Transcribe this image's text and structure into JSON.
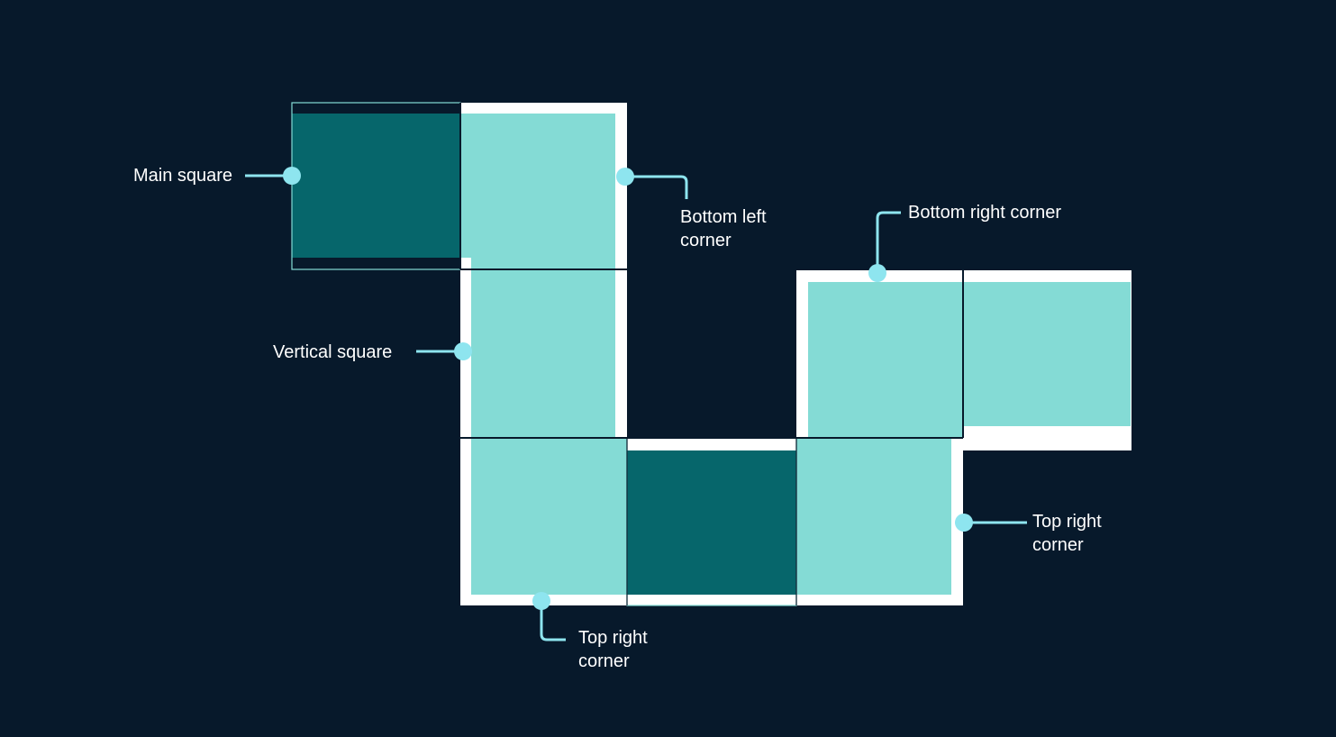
{
  "colors": {
    "background": "#07192b",
    "light_fill": "#84dbd5",
    "dark_fill": "#06666b",
    "outline": "#ffffff",
    "hairline": "#84dbd5",
    "connector": "#8ee5ef",
    "text": "#ffffff"
  },
  "labels": {
    "main_square": "Main square",
    "bottom_left_corner": "Bottom left\ncorner",
    "bottom_right_corner": "Bottom right corner",
    "vertical_square": "Vertical square",
    "top_right_corner_right": "Top right\ncorner",
    "top_right_corner_bottom": "Top right\ncorner"
  }
}
